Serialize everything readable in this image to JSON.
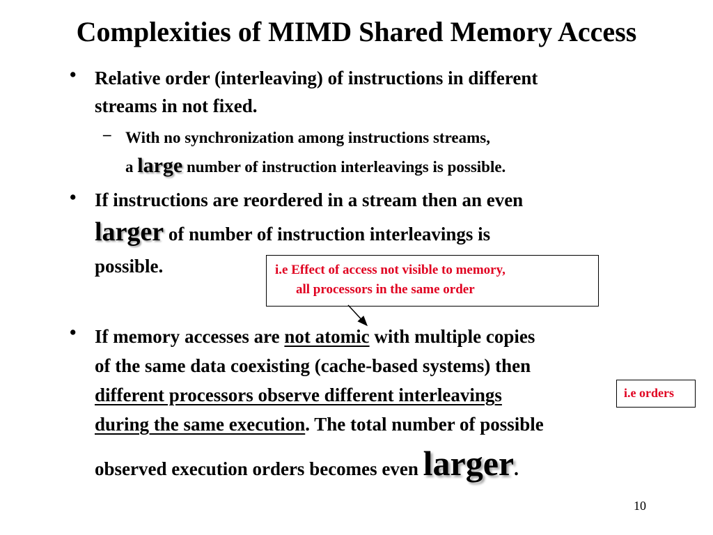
{
  "slide": {
    "title": "Complexities of MIMD Shared Memory Access",
    "bullet1": {
      "mark": "•",
      "line1": "Relative order (interleaving) of instructions in different",
      "line2": "streams in not fixed.",
      "sub": {
        "mark": "–",
        "line1": "With no synchronization among instructions streams,",
        "line2_pre": "a ",
        "line2_big": "large",
        "line2_post": " number of instruction interleavings is possible."
      }
    },
    "bullet2": {
      "mark": "•",
      "line1": "If instructions are reordered in a stream then an even",
      "line2_big": "larger",
      "line2_post": " of number of instruction interleavings is",
      "line3": "possible."
    },
    "callout1": {
      "line1": "i.e Effect of access not visible to memory,",
      "line2": "all processors in the same order"
    },
    "bullet3": {
      "mark": "•",
      "line1_pre": "If memory accesses are ",
      "line1_u": "not atomic",
      "line1_post": " with multiple copies",
      "line2": "of the same data coexisting (cache-based systems) then",
      "line3_u": "different processors observe different interleavings",
      "line4_u": "during the same execution",
      "line4_post": ".  The total number of possible",
      "line5_pre": "observed execution orders becomes even ",
      "line5_big": "larger",
      "line5_post": "."
    },
    "callout2": {
      "label": "i.e orders"
    },
    "page_number": "10",
    "colors": {
      "callout_text": "#e00020",
      "shadow": "#a6a6a6"
    }
  }
}
